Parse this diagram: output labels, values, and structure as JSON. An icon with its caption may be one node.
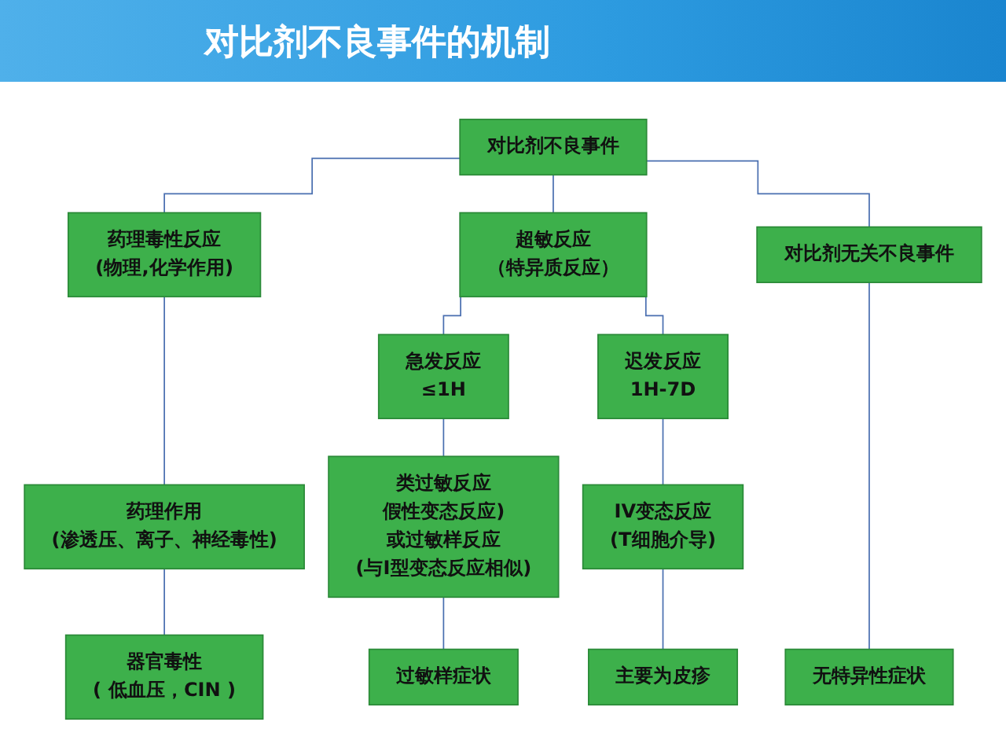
{
  "diagram": {
    "title": "对比剂不良事件的机制",
    "nodes": [
      {
        "text": [
          "对比剂不良事件"
        ]
      },
      {
        "text": [
          "药理毒性反应",
          "(物理,化学作用)"
        ]
      },
      {
        "text": [
          "超敏反应",
          "（特异质反应）"
        ]
      },
      {
        "text": [
          "对比剂无关不良事件"
        ]
      },
      {
        "text": [
          "急发反应",
          "≤1H"
        ]
      },
      {
        "text": [
          "迟发反应",
          "1H-7D"
        ]
      },
      {
        "text": [
          "药理作用",
          "(渗透压、离子、神经毒性)"
        ]
      },
      {
        "text": [
          "类过敏反应",
          "假性变态反应)",
          "或过敏样反应",
          "(与I型变态反应相似)"
        ]
      },
      {
        "text": [
          "IV变态反应",
          "(T细胞介导)"
        ]
      },
      {
        "text": [
          "器官毒性",
          "( 低血压，CIN )"
        ]
      },
      {
        "text": [
          "过敏样症状"
        ]
      },
      {
        "text": [
          "主要为皮疹"
        ]
      },
      {
        "text": [
          "无特异性症状"
        ]
      }
    ],
    "edges": [
      {
        "from": 0,
        "to": 1,
        "arrow": "none"
      },
      {
        "from": 0,
        "to": 2,
        "arrow": "none"
      },
      {
        "from": 0,
        "to": 3,
        "arrow": "none"
      },
      {
        "from": 2,
        "to": 4,
        "arrow": "none"
      },
      {
        "from": 2,
        "to": 5,
        "arrow": "none"
      },
      {
        "from": 1,
        "to": 6,
        "arrow": "none"
      },
      {
        "from": 4,
        "to": 7,
        "arrow": "none"
      },
      {
        "from": 5,
        "to": 8,
        "arrow": "none"
      },
      {
        "from": 6,
        "to": 9,
        "arrow": "none"
      },
      {
        "from": 7,
        "to": 10,
        "arrow": "none"
      },
      {
        "from": 8,
        "to": 11,
        "arrow": "none"
      },
      {
        "from": 3,
        "to": 12,
        "arrow": "none"
      }
    ]
  }
}
